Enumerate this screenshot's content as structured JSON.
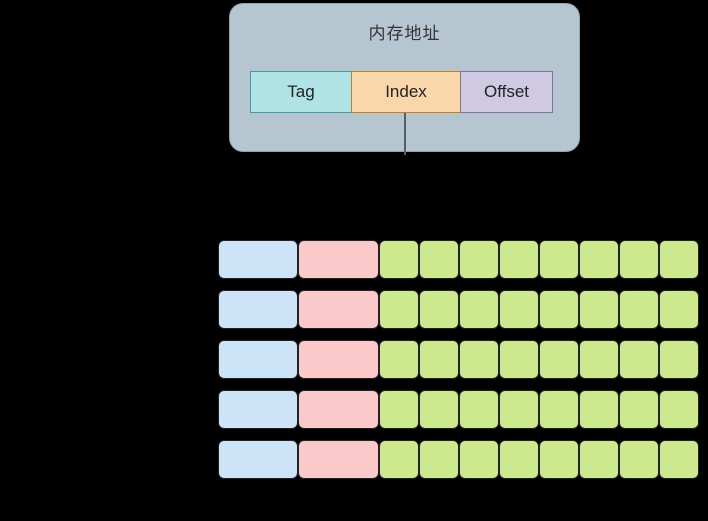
{
  "diagram": {
    "title_label": "Cache address decomposition diagram",
    "background_color": "#000000"
  },
  "address_panel": {
    "title": "内存地址",
    "panel_color": "#b5c6d0",
    "fields": [
      {
        "name": "tag",
        "label": "Tag",
        "fill": "#b0e3e6",
        "stroke": "#3f9fa8"
      },
      {
        "name": "index",
        "label": "Index",
        "fill": "#fad7ab",
        "stroke": "#c77f13"
      },
      {
        "name": "offset",
        "label": "Offset",
        "fill": "#cfc9e2",
        "stroke": "#7d74a8"
      }
    ],
    "connector": {
      "from_field": "index",
      "orientation": "vertical",
      "color": "#555f66"
    }
  },
  "cache_grid": {
    "row_count": 5,
    "columns": {
      "valid_label": "",
      "tag_label": "",
      "data_block_count": 8
    },
    "colors": {
      "valid": "#cce3f8",
      "tag": "#fcc9cb",
      "data": "#ccea8d",
      "border": "#222222"
    },
    "rows": [
      {
        "valid": "",
        "tag": "",
        "data": [
          "",
          "",
          "",
          "",
          "",
          "",
          "",
          ""
        ]
      },
      {
        "valid": "",
        "tag": "",
        "data": [
          "",
          "",
          "",
          "",
          "",
          "",
          "",
          ""
        ]
      },
      {
        "valid": "",
        "tag": "",
        "data": [
          "",
          "",
          "",
          "",
          "",
          "",
          "",
          ""
        ]
      },
      {
        "valid": "",
        "tag": "",
        "data": [
          "",
          "",
          "",
          "",
          "",
          "",
          "",
          ""
        ]
      },
      {
        "valid": "",
        "tag": "",
        "data": [
          "",
          "",
          "",
          "",
          "",
          "",
          "",
          ""
        ]
      }
    ]
  }
}
